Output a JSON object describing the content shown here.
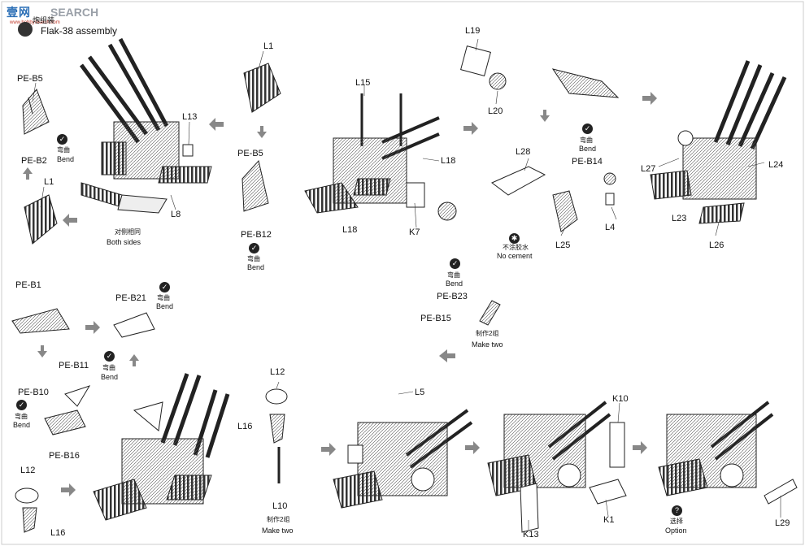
{
  "watermark": {
    "cn": "壹网",
    "en": "SEARCH",
    "url": "www.hobbysearch.com"
  },
  "step": {
    "title_cn": "炮组装",
    "title_en": "Flak-38 assembly"
  },
  "labels": {
    "L1a": "L1",
    "PE_B5a": "PE-B5",
    "L13": "L13",
    "PE_B2": "PE-B2",
    "L1b": "L1",
    "L8": "L8",
    "both_sides_cn": "对侧相同",
    "both_sides_en": "Both sides",
    "PE_B5b": "PE-B5",
    "PE_B12": "PE-B12",
    "L15": "L15",
    "L18a": "L18",
    "L18b": "L18",
    "K7": "K7",
    "L19": "L19",
    "L20": "L20",
    "L28": "L28",
    "L25": "L25",
    "no_cement_cn": "不涂胶水",
    "no_cement_en": "No cement",
    "PE_B14": "PE-B14",
    "L4": "L4",
    "L27": "L27",
    "L24": "L24",
    "L23": "L23",
    "L26": "L26",
    "PE_B1": "PE-B1",
    "PE_B21": "PE-B21",
    "PE_B23": "PE-B23",
    "PE_B15": "PE-B15",
    "make_two_cn": "制作2组",
    "make_two_en": "Make two",
    "PE_B11": "PE-B11",
    "PE_B10": "PE-B10",
    "PE_B16": "PE-B16",
    "L12a": "L12",
    "L16a": "L16",
    "L10": "L10",
    "make_two2_cn": "制作2组",
    "make_two2_en": "Make two",
    "L5": "L5",
    "K10": "K10",
    "K1": "K1",
    "K13": "K13",
    "L12b": "L12",
    "L16b": "L16",
    "L29": "L29",
    "option_cn": "选择",
    "option_en": "Option"
  },
  "bend": {
    "cn": "弯曲",
    "en": "Bend"
  },
  "icons": [
    "bend-icon",
    "option-icon",
    "arrow-right-icon",
    "arrow-up-icon",
    "arrow-down-icon",
    "no-glue-icon"
  ]
}
